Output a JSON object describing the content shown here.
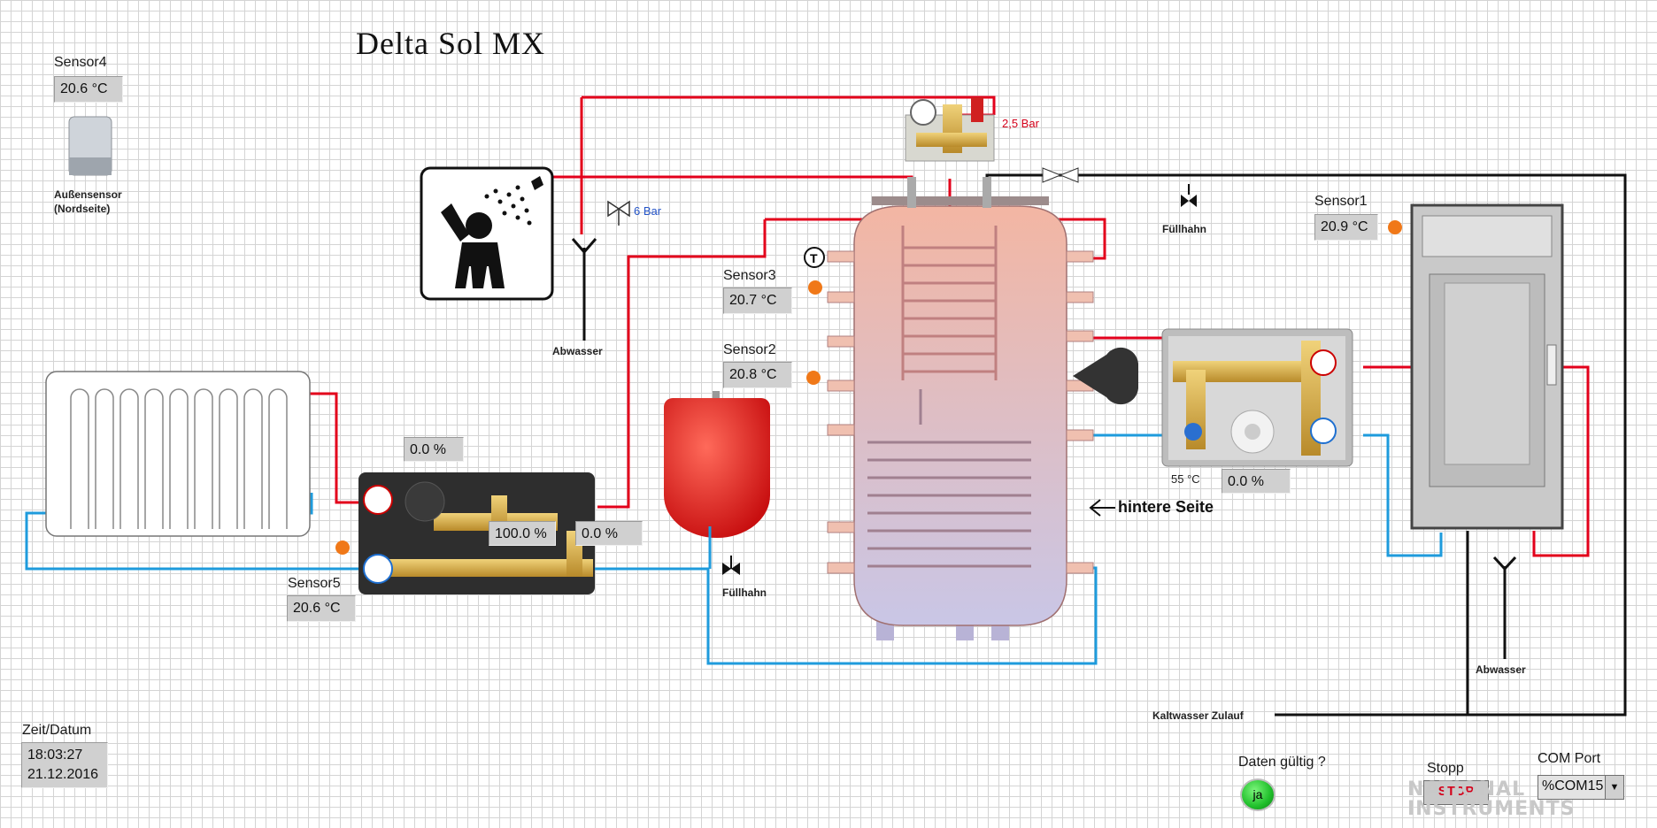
{
  "app_title": "Delta Sol MX",
  "sensors": {
    "sensor1": {
      "label": "Sensor1",
      "value": "20.9 °C"
    },
    "sensor2": {
      "label": "Sensor2",
      "value": "20.8 °C"
    },
    "sensor3": {
      "label": "Sensor3",
      "value": "20.7 °C"
    },
    "sensor4": {
      "label": "Sensor4",
      "value": "20.6 °C"
    },
    "sensor5": {
      "label": "Sensor5",
      "value": "20.6 °C"
    }
  },
  "outside_sensor": {
    "line1": "Außensensor",
    "line2": "(Nordseite)"
  },
  "pump_values": {
    "heating_pump_top": "0.0 %",
    "heating_mixer": "100.0 %",
    "heating_pump_right": "0.0 %",
    "solar_pump": "0.0 %"
  },
  "labels": {
    "abwasser_left": "Abwasser",
    "abwasser_right": "Abwasser",
    "fuellhahn_top": "Füllhahn",
    "fuellhahn_bottom": "Füllhahn",
    "pressure_safety": "6 Bar",
    "pressure_top": "2,5 Bar",
    "hintere_seite": "hintere Seite",
    "kaltwasser": "Kaltwasser Zulauf",
    "temp_55": "55 °C"
  },
  "status": {
    "datetime_label": "Zeit/Datum",
    "time": "18:03:27",
    "date": "21.12.2016",
    "valid_label": "Daten gültig ?",
    "valid_value": "ja"
  },
  "controls": {
    "stop_label": "Stopp",
    "stop_button": "STOP",
    "com_label": "COM Port",
    "com_value": "COM15",
    "com_prefix": "%"
  },
  "logo": {
    "line1": "NATIONAL",
    "line2": "INSTRUMENTS"
  },
  "colors": {
    "hot_pipe": "#e3001b",
    "cold_pipe": "#1e9bdc",
    "black_pipe": "#111111",
    "indicator_bg": "#d0d0d0",
    "led_on": "#1fbf2a",
    "stop_text": "#d4001a"
  }
}
